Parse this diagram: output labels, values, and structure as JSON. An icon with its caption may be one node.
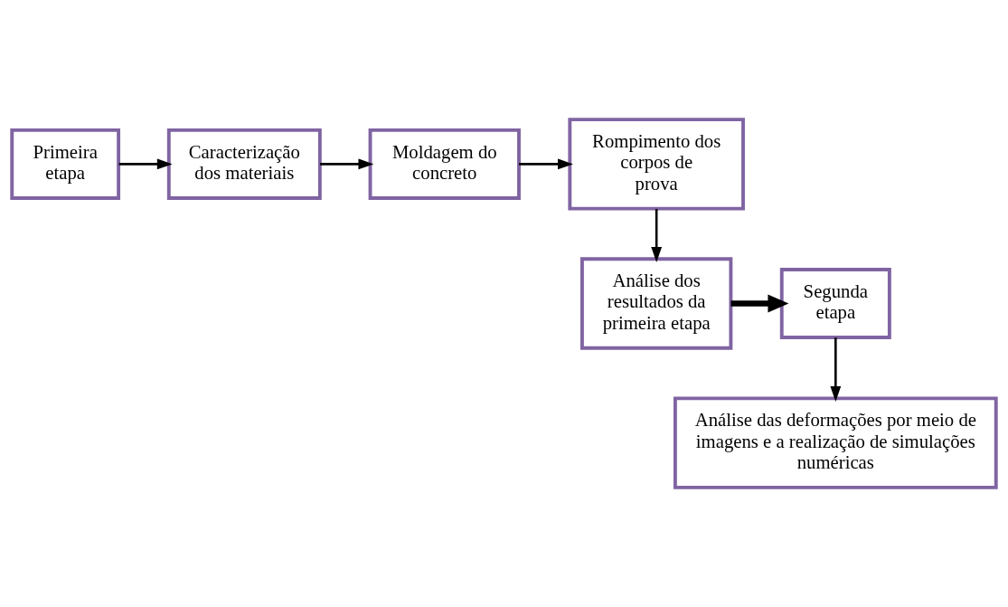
{
  "diagram": {
    "nodes": [
      {
        "text": [
          "Primeira etapa"
        ]
      },
      {
        "text": [
          "Caracterização dos materiais"
        ]
      },
      {
        "text": [
          "Moldagem do concreto"
        ]
      },
      {
        "text": [
          "Rompimento dos corpos de prova"
        ]
      },
      {
        "text": [
          "Análise dos resultados da primeira etapa"
        ]
      },
      {
        "text": [
          "Segunda etapa"
        ]
      },
      {
        "text": [
          "Análise das deformações por meio de imagens e a realização de simulações numéricas"
        ]
      }
    ],
    "edges": [
      {
        "from": 0,
        "to": 1,
        "arrow": "to"
      },
      {
        "from": 1,
        "to": 2,
        "arrow": "to"
      },
      {
        "from": 2,
        "to": 3,
        "arrow": "to"
      },
      {
        "from": 3,
        "to": 4,
        "arrow": "to"
      },
      {
        "from": 4,
        "to": 5,
        "arrow": "to",
        "style": "thick"
      },
      {
        "from": 5,
        "to": 6,
        "arrow": "to"
      }
    ]
  }
}
